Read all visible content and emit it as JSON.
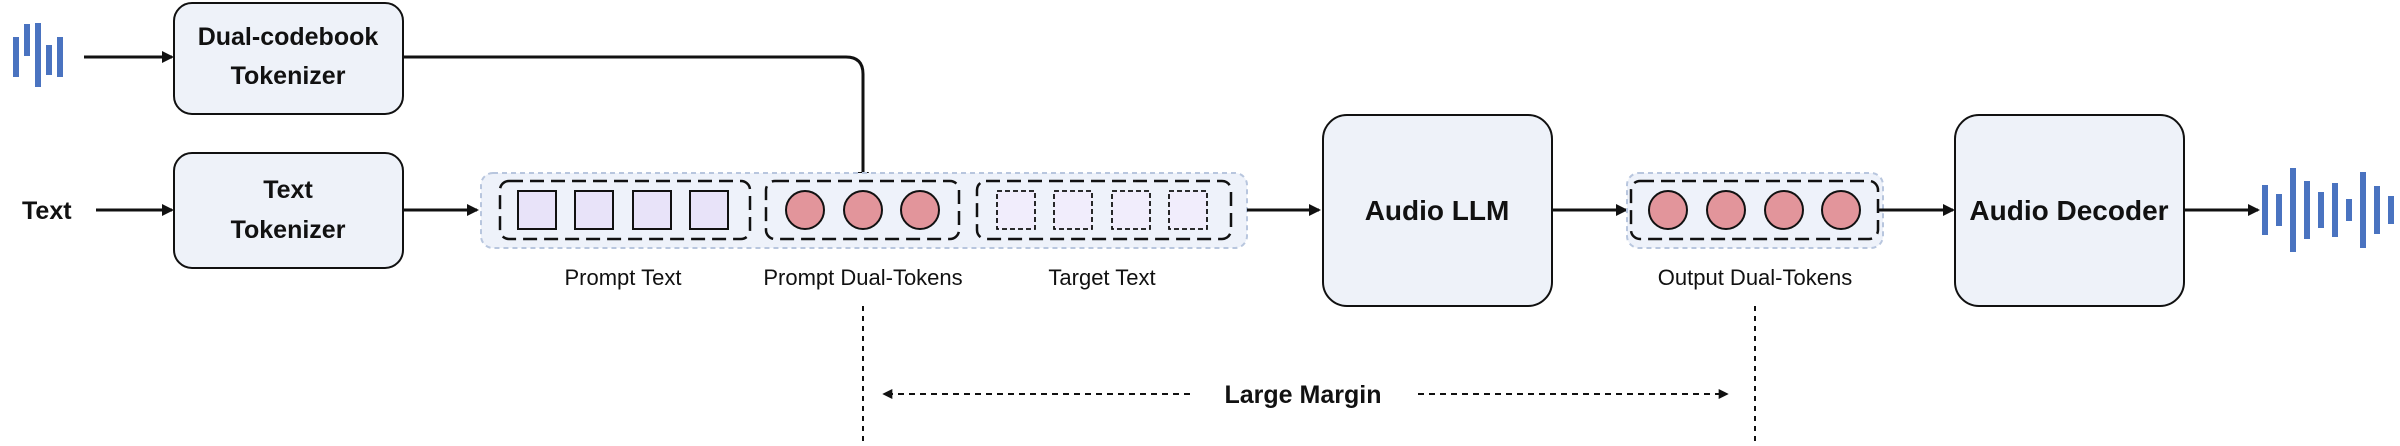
{
  "inputs": {
    "text_label": "Text"
  },
  "boxes": {
    "dual_codebook_tokenizer": [
      "Dual-codebook",
      "Tokenizer"
    ],
    "text_tokenizer": [
      "Text",
      "Tokenizer"
    ],
    "audio_llm": "Audio LLM",
    "audio_decoder": "Audio Decoder"
  },
  "captions": {
    "prompt_text": "Prompt Text",
    "prompt_dual_tokens": "Prompt Dual-Tokens",
    "target_text": "Target Text",
    "output_dual_tokens": "Output Dual-Tokens",
    "large_margin": "Large Margin"
  },
  "colors": {
    "box_fill": "#eef2f9",
    "stroke": "#111111",
    "text_token_fill": "#e8e3f9",
    "target_token_fill": "#f1edfc",
    "dual_token_fill": "#e2959b",
    "waveform": "#4a73c0",
    "sequence_fill": "#eef2fa",
    "sequence_stroke": "#b8c6de"
  },
  "icons": [
    "input-waveform-icon",
    "output-waveform-icon"
  ]
}
